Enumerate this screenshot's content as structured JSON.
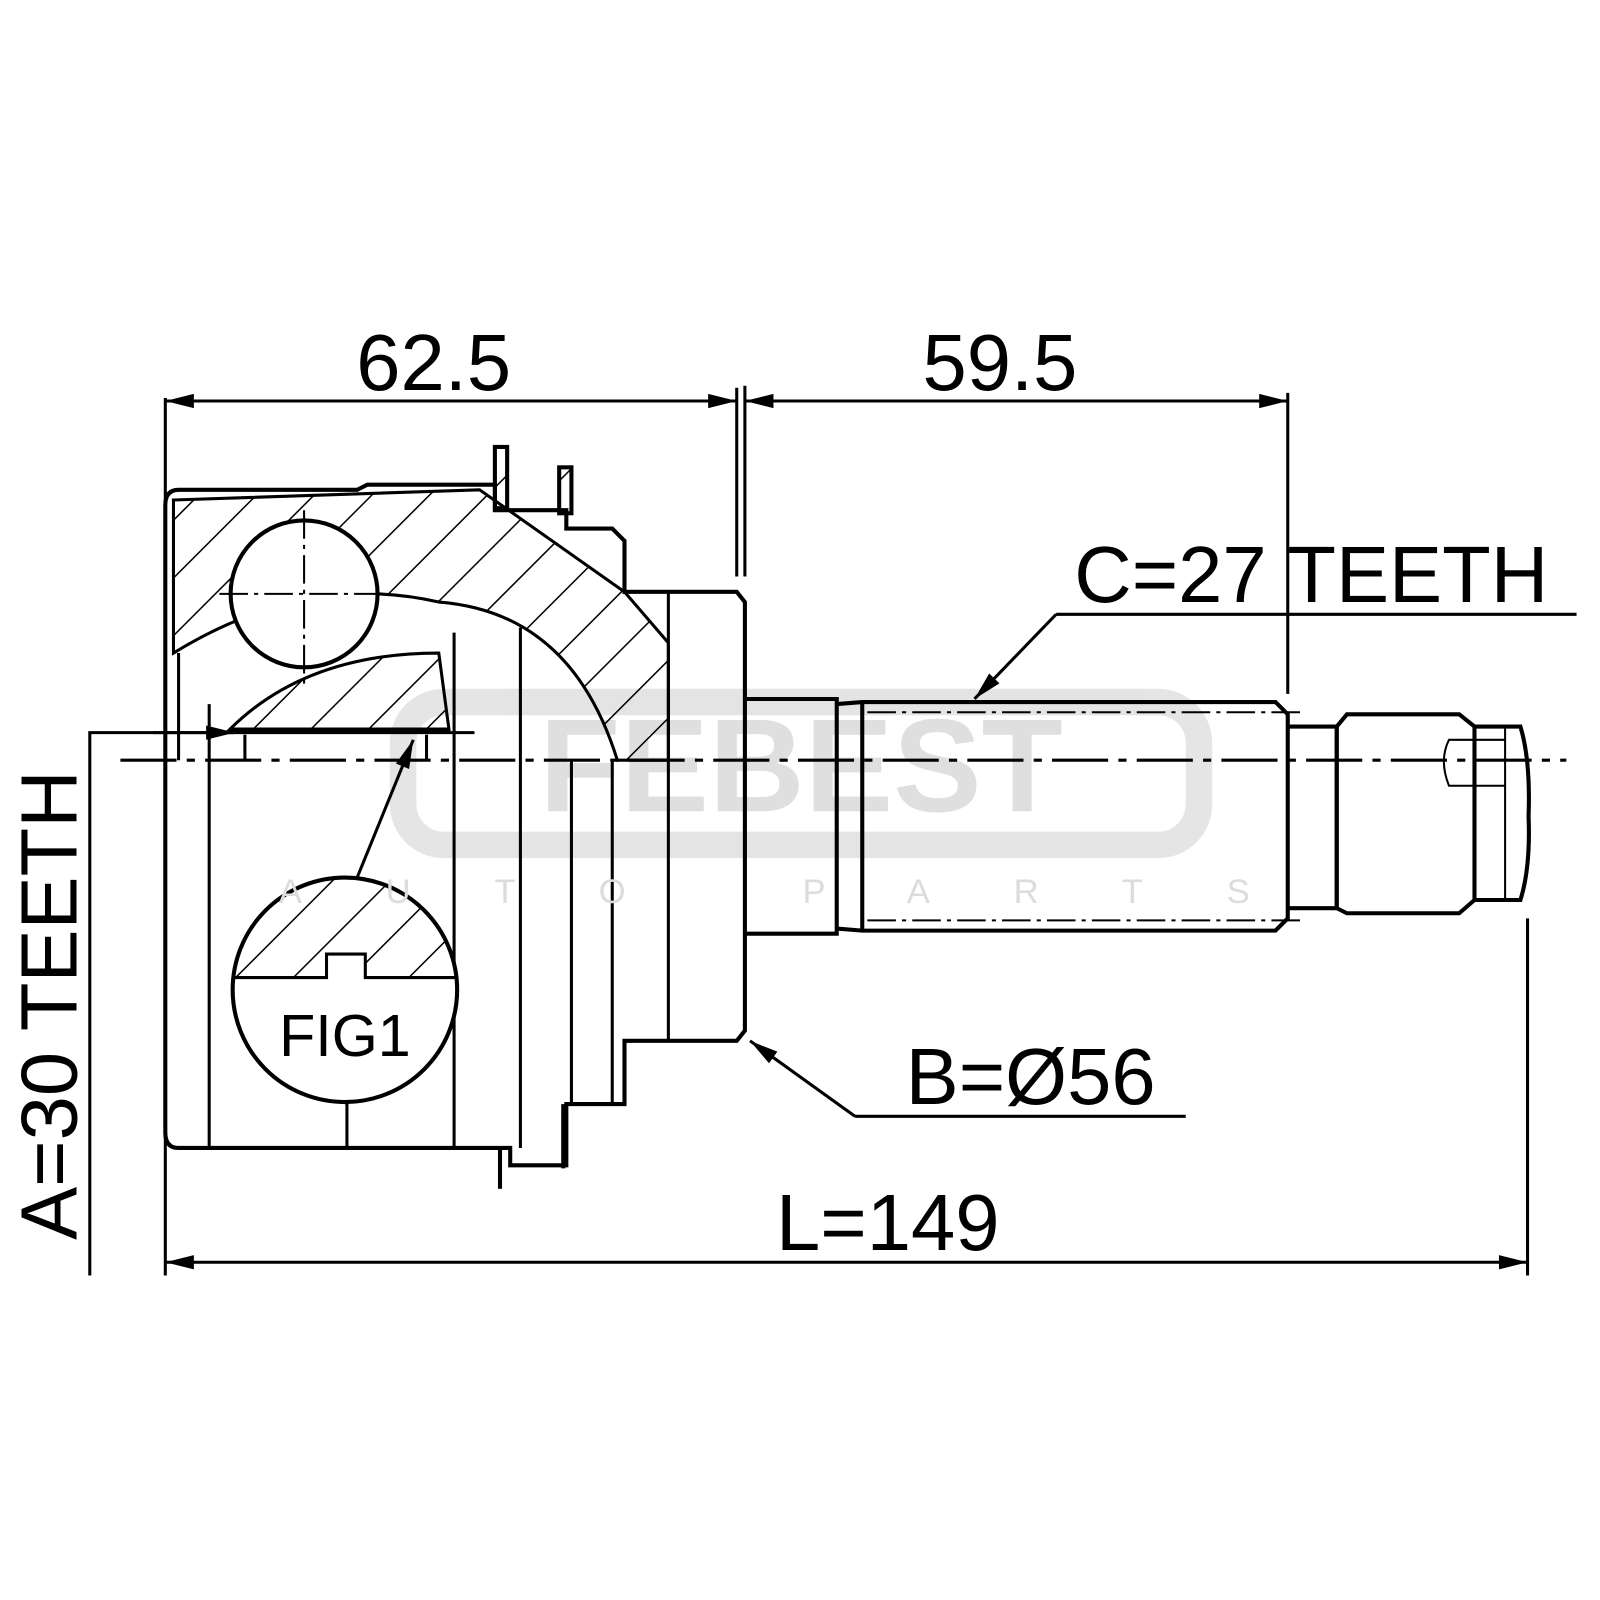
{
  "brand": {
    "logo": "FEBEST",
    "tagline": "AUTO PARTS"
  },
  "dimensions": {
    "dim_top_left": "62.5",
    "dim_top_right": "59.5",
    "dim_length": "L=149",
    "dim_a": "A=30 TEETH",
    "dim_b": "B=Ø56",
    "dim_c": "C=27 TEETH"
  },
  "figure_label": "FIG1"
}
